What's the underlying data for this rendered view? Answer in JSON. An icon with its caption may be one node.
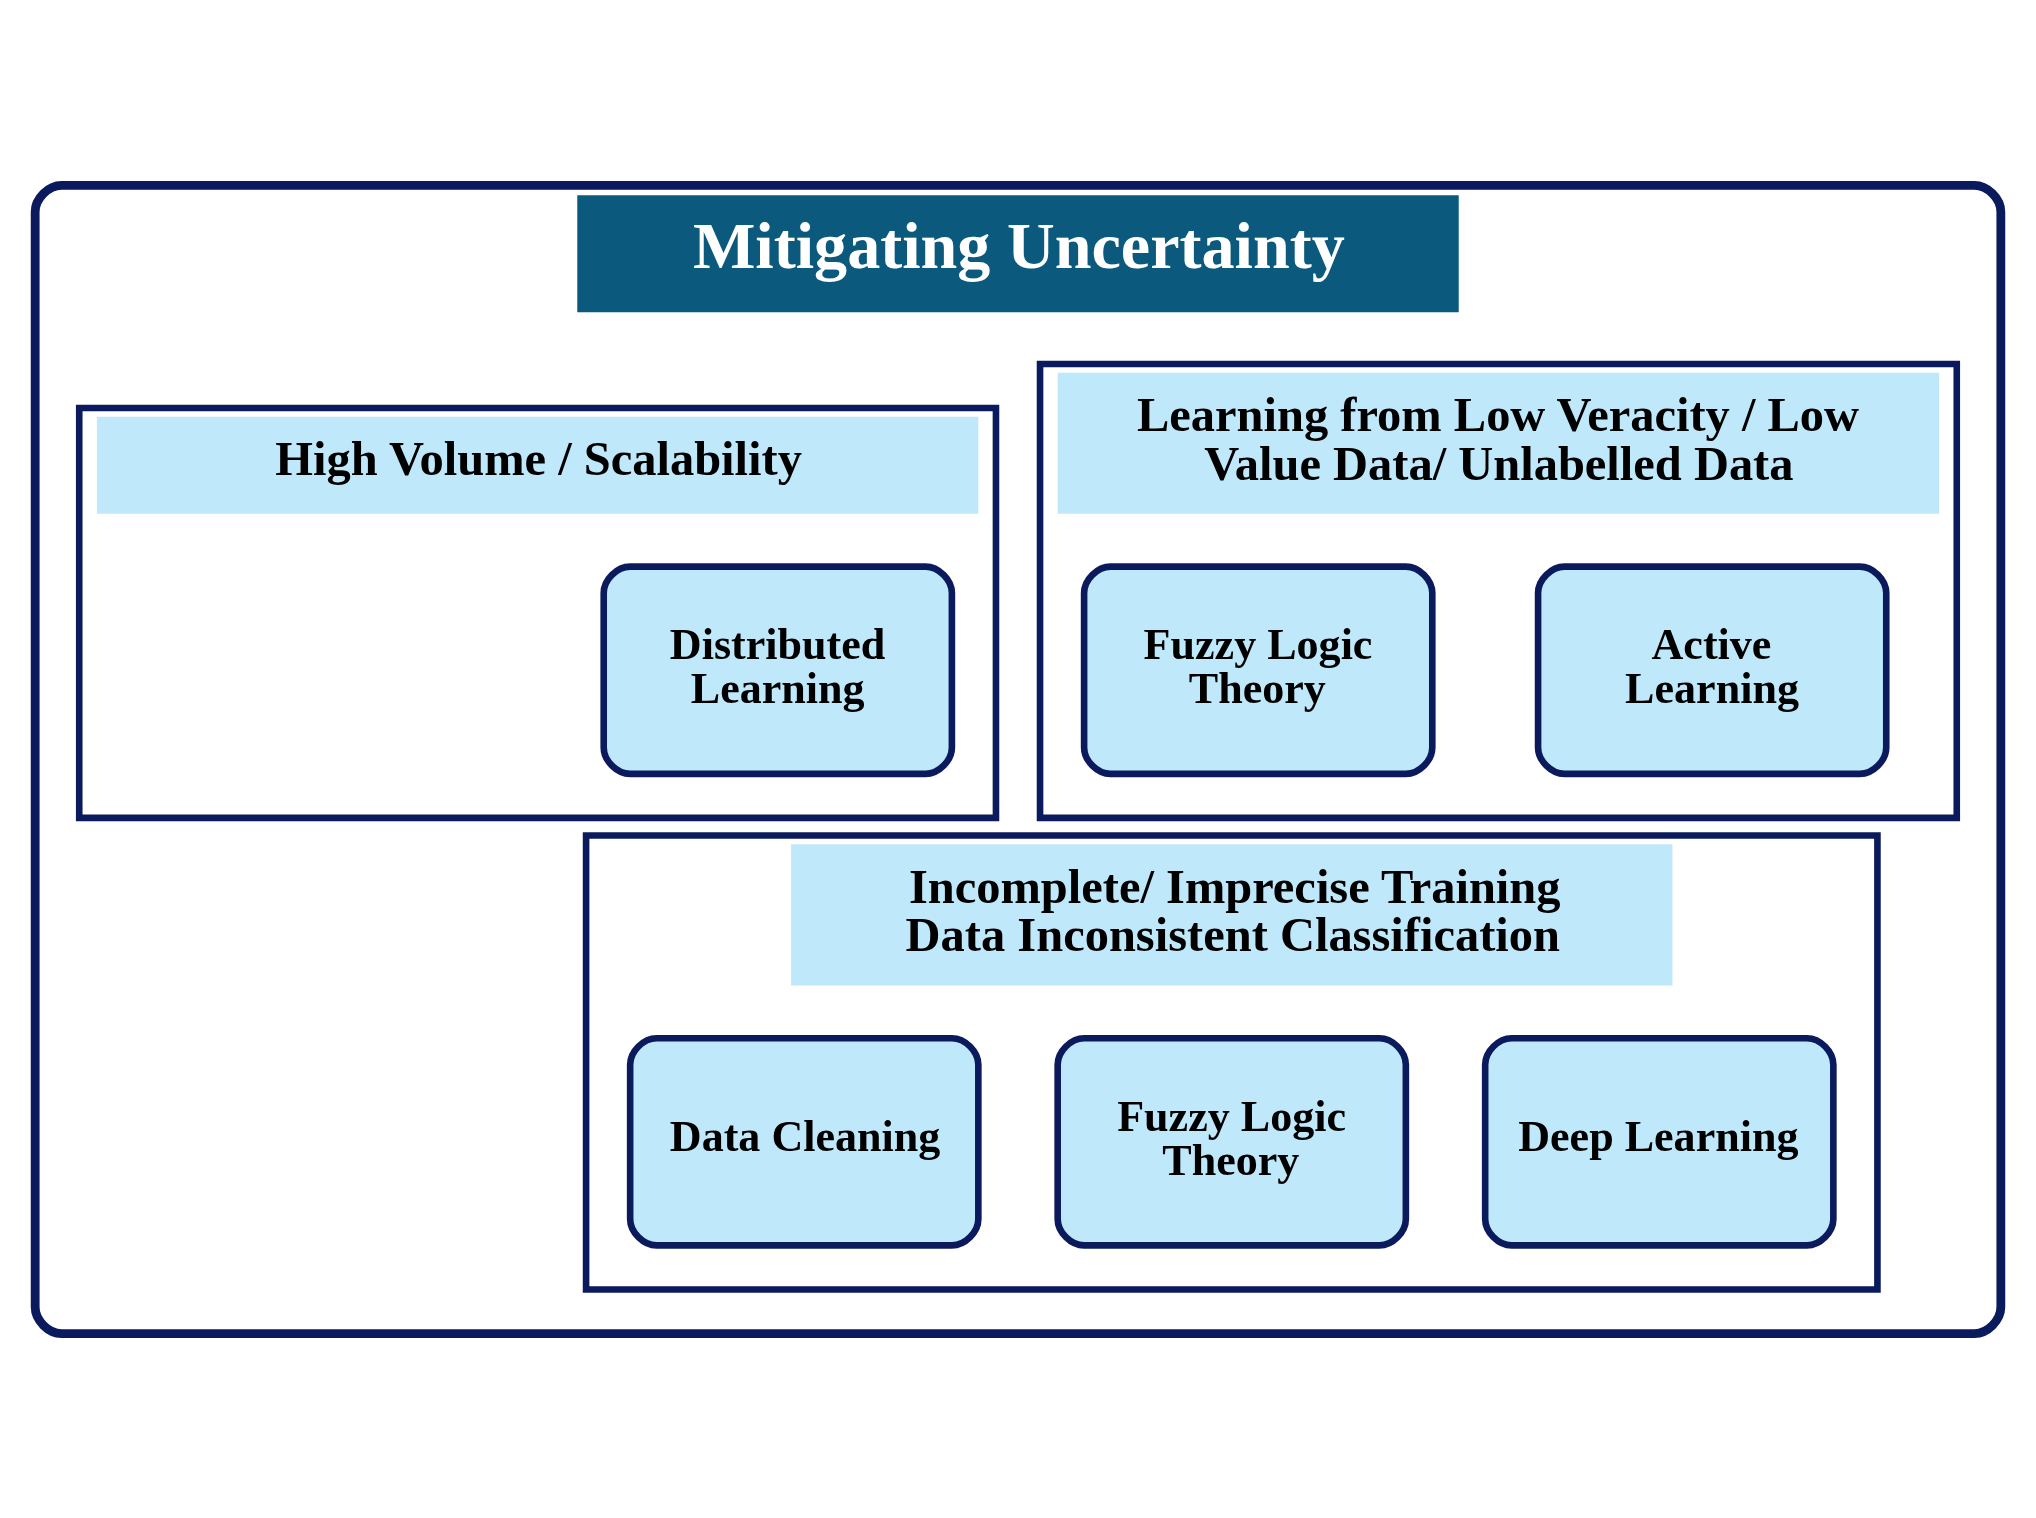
{
  "diagram": {
    "nodes": [
      {
        "text": [
          "Mitigating Uncertainty"
        ]
      },
      {
        "text": [
          "Learning from Low Veracity / Low Value Data/ Unlabelled Data"
        ],
        "in": 0
      },
      {
        "text": [
          "Active Learning"
        ],
        "in": 1
      },
      {
        "text": [
          "Fuzzy Logic Theory"
        ],
        "in": 1
      },
      {
        "text": [
          "High Volume / Scalability"
        ],
        "in": 0
      },
      {
        "text": [
          "Distributed Learning"
        ],
        "in": 4
      },
      {
        "text": [
          "Incomplete/ Imprecise Training Data Inconsistent Classification"
        ],
        "in": 0
      },
      {
        "text": [
          "Deep Learning"
        ],
        "in": 6
      },
      {
        "text": [
          "Fuzzy Logic Theory"
        ],
        "in": 6
      },
      {
        "text": [
          "Data Cleaning"
        ],
        "in": 6
      }
    ],
    "edges": []
  }
}
